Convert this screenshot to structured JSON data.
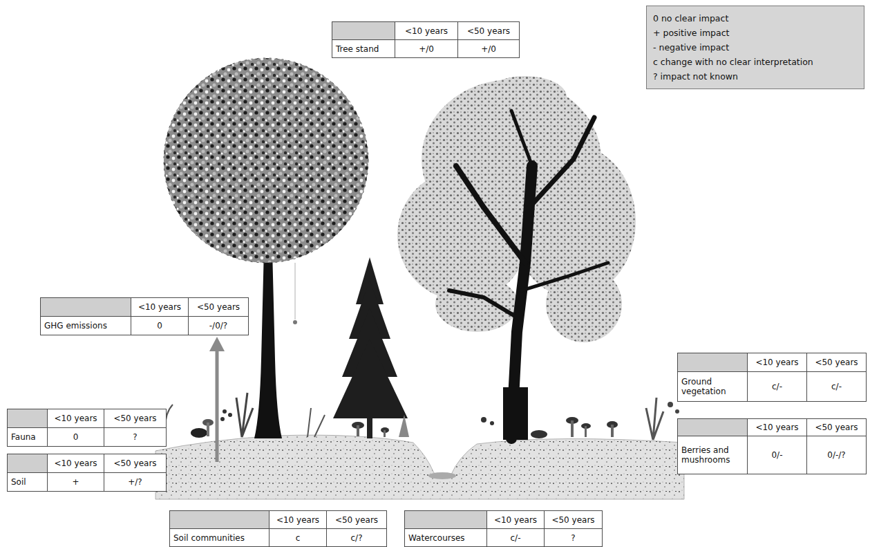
{
  "diagram": {
    "nodes": [
      {
        "text": [
          "<10 years",
          "<50 years",
          "Tree stand",
          "+/0",
          "+/0"
        ]
      },
      {
        "text": [
          "<10 years",
          "<50 years",
          "GHG emissions",
          "0",
          "-/0/?"
        ]
      },
      {
        "text": [
          "<10 years",
          "<50 years",
          "Ground vegetation",
          "c/-",
          "c/-"
        ]
      },
      {
        "text": [
          "<10 years",
          "<50 years",
          "Fauna",
          "0",
          "?"
        ]
      },
      {
        "text": [
          "<10 years",
          "<50 years",
          "Berries and mushrooms",
          "0/-",
          "0/-/?"
        ]
      },
      {
        "text": [
          "<10 years",
          "<50 years",
          "Soil",
          "+",
          "+/?"
        ]
      },
      {
        "text": [
          "<10 years",
          "<50 years",
          "Soil communities",
          "c",
          "c/?"
        ]
      },
      {
        "text": [
          "<10 years",
          "<50 years",
          "Watercourses",
          "c/-",
          "?"
        ]
      }
    ],
    "legend": [
      {
        "text": "0 no clear impact"
      },
      {
        "text": "+ positive impact"
      },
      {
        "text": "- negative impact"
      },
      {
        "text": "c change with no clear interpretation"
      },
      {
        "text": "? impact not known"
      }
    ]
  }
}
